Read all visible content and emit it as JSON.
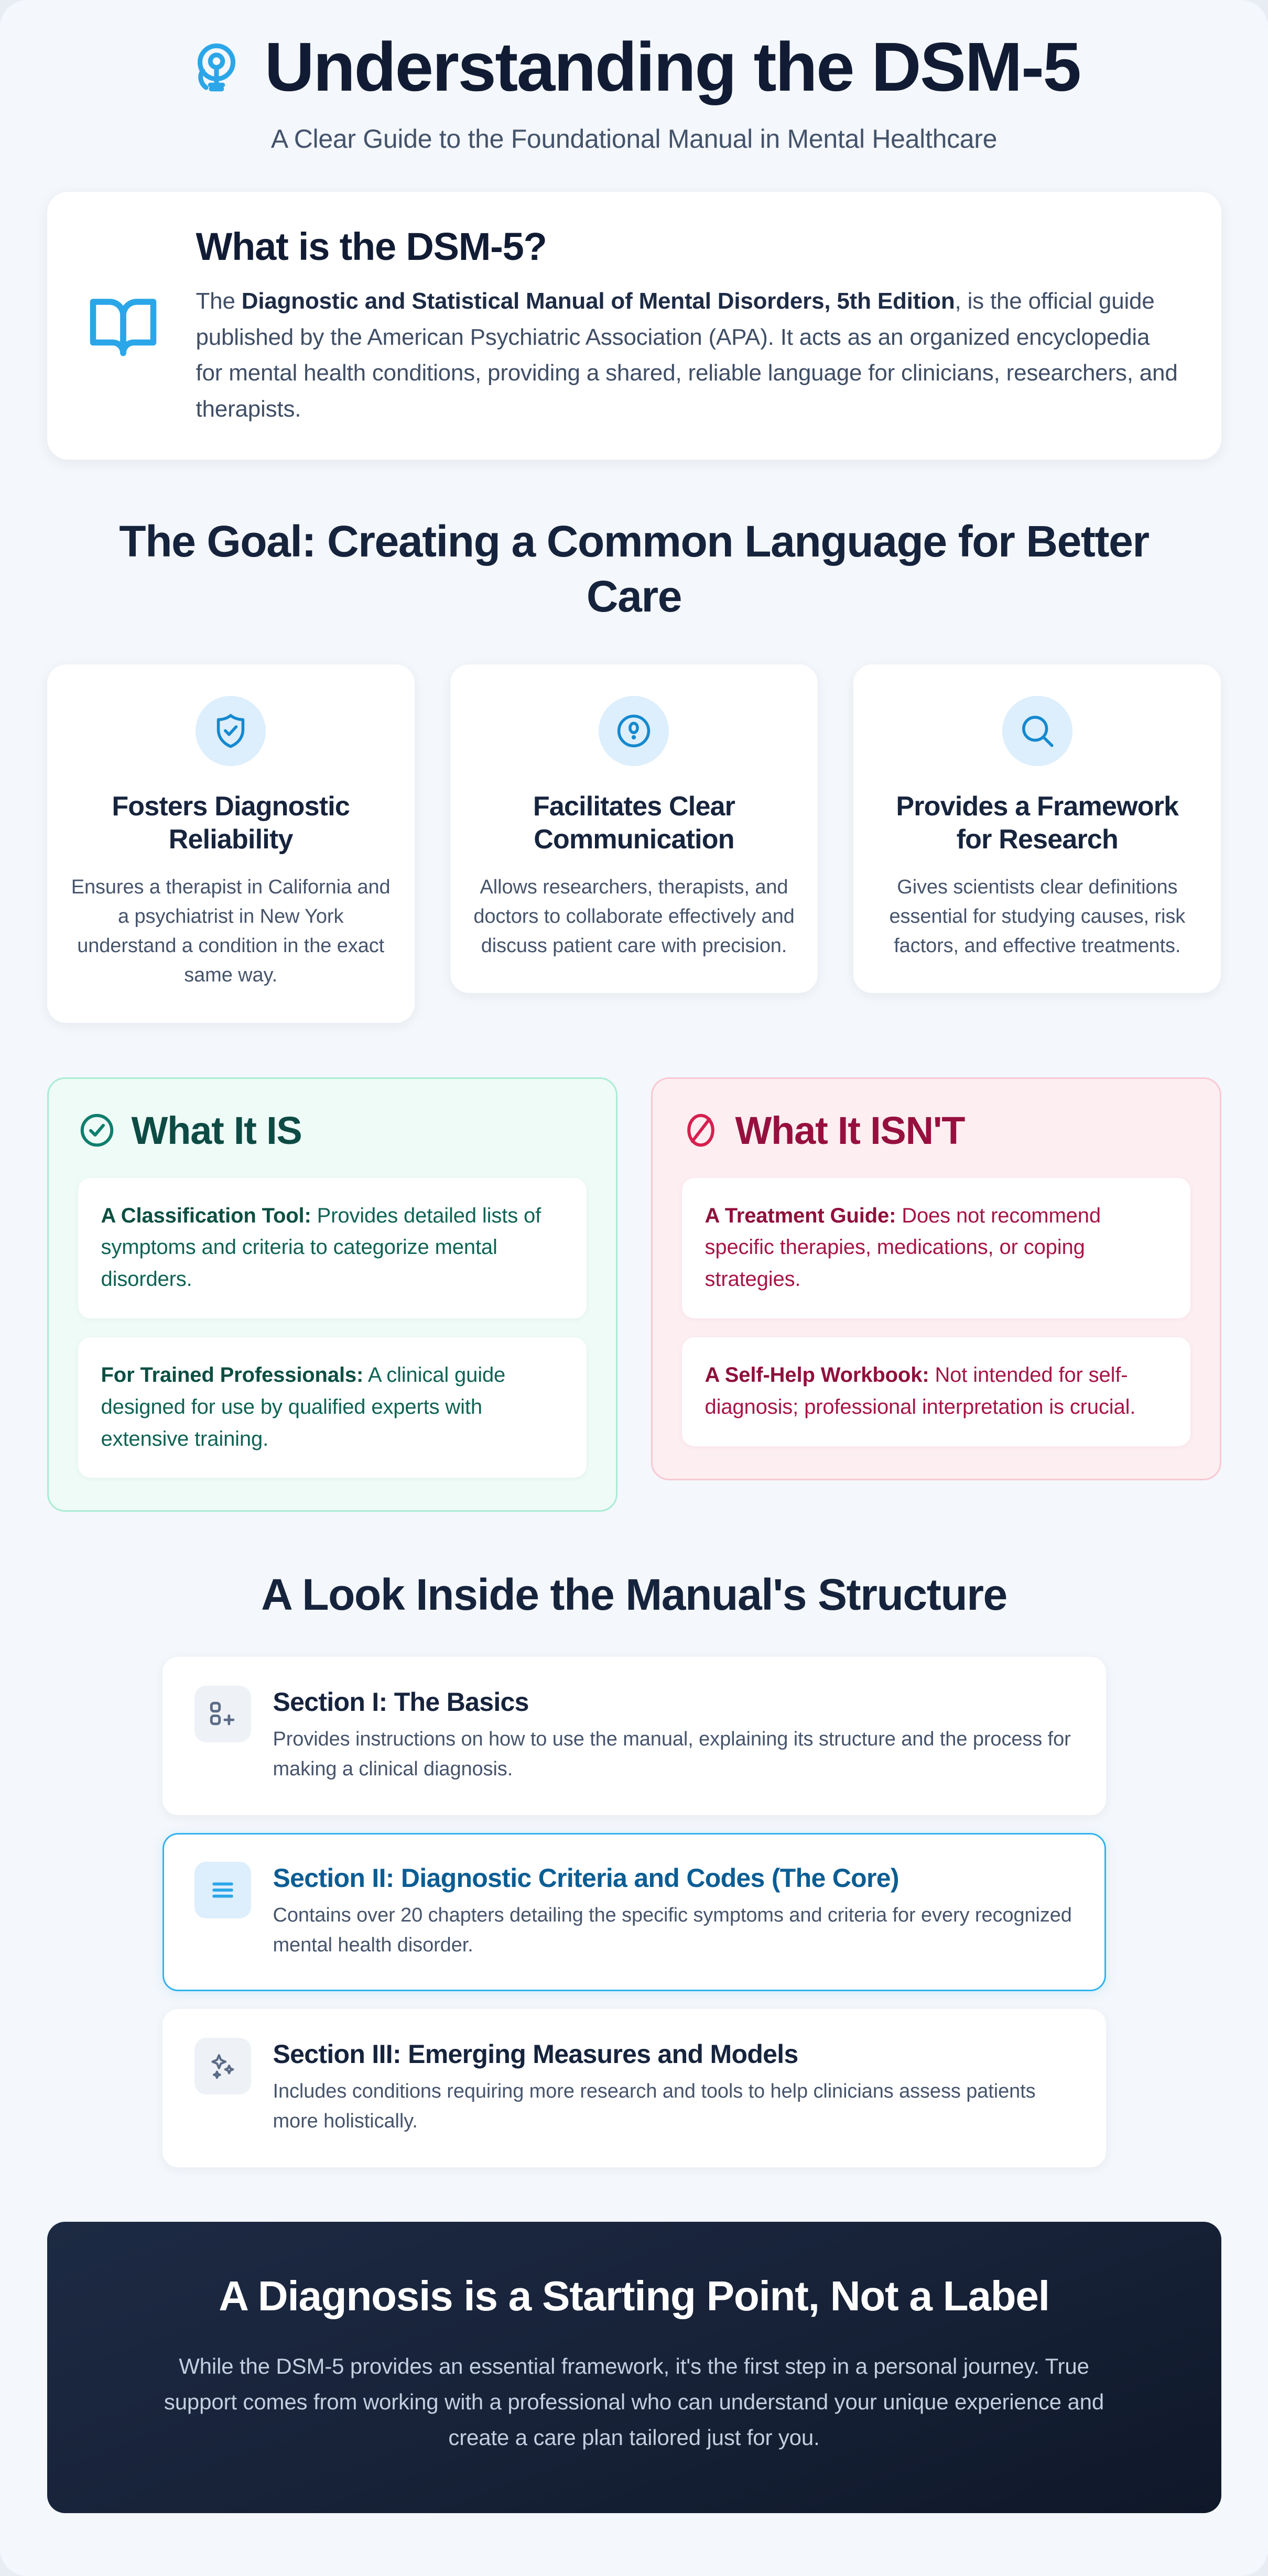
{
  "header": {
    "icon": "brain-lightbulb-icon",
    "title": "Understanding the DSM-5",
    "subtitle": "A Clear Guide to the Foundational Manual in Mental Healthcare"
  },
  "intro": {
    "icon": "open-book-icon",
    "title": "What is the DSM-5?",
    "body_lead": "The ",
    "body_bold": "Diagnostic and Statistical Manual of Mental Disorders, 5th Edition",
    "body_rest": ", is the official guide published by the American Psychiatric Association (APA). It acts as an organized encyclopedia for mental health conditions, providing a shared, reliable language for clinicians, researchers, and therapists."
  },
  "goal": {
    "heading": "The Goal: Creating a Common Language for Better Care",
    "cards": [
      {
        "icon": "shield-check-icon",
        "title": "Fosters Diagnostic Reliability",
        "desc": "Ensures a therapist in California and a psychiatrist in New York understand a condition in the exact same way."
      },
      {
        "icon": "message-circle-icon",
        "title": "Facilitates Clear Communication",
        "desc": "Allows researchers, therapists, and doctors to collaborate effectively and discuss patient care with precision."
      },
      {
        "icon": "search-icon",
        "title": "Provides a Framework for Research",
        "desc": "Gives scientists clear definitions essential for studying causes, risk factors, and effective treatments."
      }
    ]
  },
  "compare": {
    "is": {
      "icon": "check-circle-icon",
      "title": "What It IS",
      "items": [
        {
          "bold": "A Classification Tool:",
          "rest": " Provides detailed lists of symptoms and criteria to categorize mental disorders."
        },
        {
          "bold": "For Trained Professionals:",
          "rest": " A clinical guide designed for use by qualified experts with extensive training."
        }
      ]
    },
    "isnt": {
      "icon": "ban-icon",
      "title": "What It ISN'T",
      "items": [
        {
          "bold": "A Treatment Guide:",
          "rest": " Does not recommend specific therapies, medications, or coping strategies."
        },
        {
          "bold": "A Self-Help Workbook:",
          "rest": " Not intended for self-diagnosis; professional interpretation is crucial."
        }
      ]
    }
  },
  "structure": {
    "heading": "A Look Inside the Manual's Structure",
    "rows": [
      {
        "icon": "list-plus-icon",
        "title": "Section I: The Basics",
        "desc": "Provides instructions on how to use the manual, explaining its structure and the process for making a clinical diagnosis.",
        "highlighted": false
      },
      {
        "icon": "menu-lines-icon",
        "title": "Section II: Diagnostic Criteria and Codes (The Core)",
        "desc": "Contains over 20 chapters detailing the specific symptoms and criteria for every recognized mental health disorder.",
        "highlighted": true
      },
      {
        "icon": "sparkles-icon",
        "title": "Section III: Emerging Measures and Models",
        "desc": "Includes conditions requiring more research and tools to help clinicians assess patients more holistically.",
        "highlighted": false
      }
    ]
  },
  "footer": {
    "title": "A Diagnosis is a Starting Point, Not a Label",
    "body": "While the DSM-5 provides an essential framework, it's the first step in a personal journey. True support comes from working with a professional who can understand your unique experience and create a care plan tailored just for you."
  },
  "colors": {
    "page_bg": "#f4f7fb",
    "accent_blue": "#2ba6e8",
    "deep_navy": "#16233c",
    "is_green": "#0d4b44",
    "is_bg": "#effbf6",
    "isnt_red": "#96103f",
    "isnt_bg": "#fdeef1",
    "highlight_border": "#2fb3f0"
  }
}
